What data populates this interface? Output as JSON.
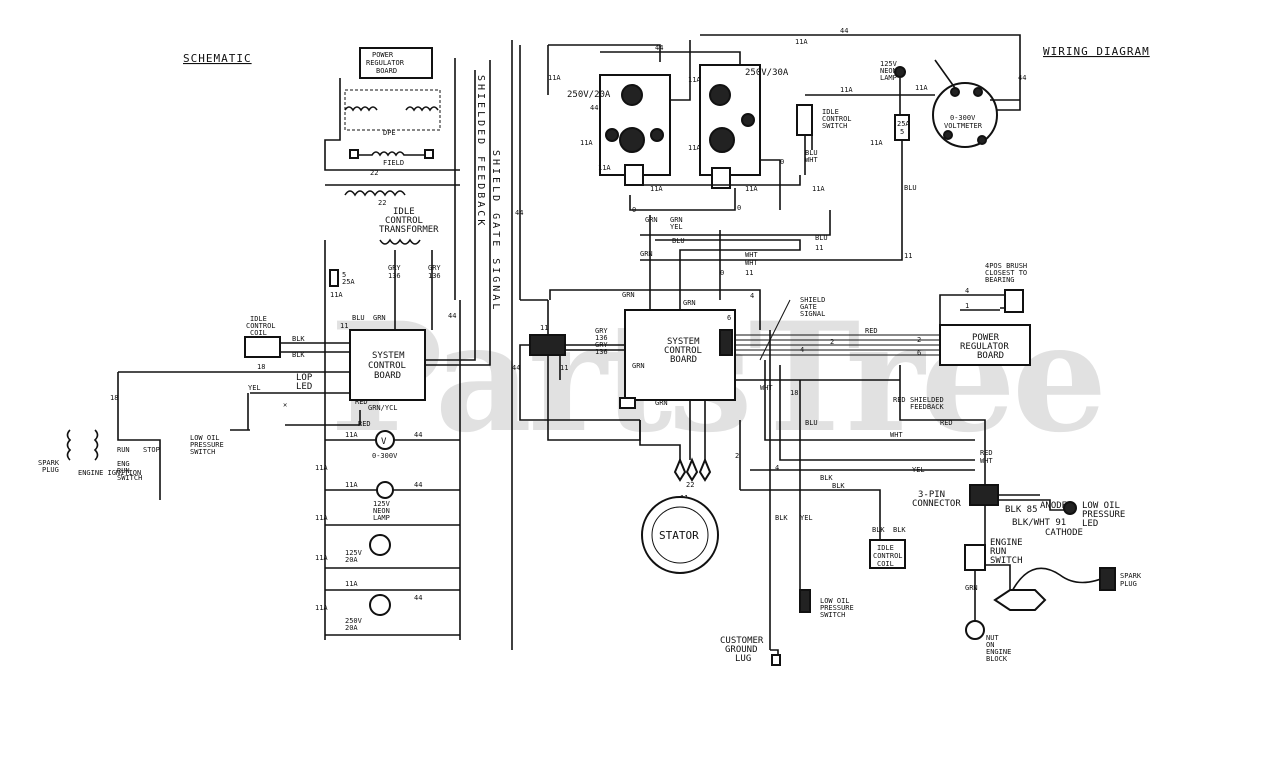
{
  "titles": {
    "schematic": "SCHEMATIC",
    "wiring_diagram": "WIRING DIAGRAM"
  },
  "watermark": "PartsTree",
  "schematic": {
    "power_regulator_board": [
      "POWER",
      "REGULATOR",
      "BOARD"
    ],
    "dpe": "DPE",
    "field": "FIELD",
    "idle_control_transformer": [
      "IDLE",
      "CONTROL",
      "TRANSFORMER"
    ],
    "idle_control_coil": [
      "IDLE",
      "CONTROL",
      "COIL"
    ],
    "system_control_board": [
      "SYSTEM",
      "CONTROL",
      "BOARD"
    ],
    "lop_led": [
      "LOP",
      "LED"
    ],
    "low_oil_pressure_switch": [
      "LOW OIL",
      "PRESSURE",
      "SWITCH"
    ],
    "spark_plug": [
      "SPARK",
      "PLUG"
    ],
    "engine_ignition": "ENGINE IGNITION",
    "run_stop": [
      "RUN",
      "STOP"
    ],
    "eng_run_switch": [
      "ENG",
      "RUN",
      "SWITCH"
    ],
    "shielded_feedback": "SHIELDED FEEDBACK",
    "shield_gate_signal": "SHIELD GATE SIGNAL",
    "volt_label": "0-300V",
    "neon_lamp": [
      "125V",
      "NEON",
      "LAMP"
    ],
    "recept_1": [
      "125V",
      "20A"
    ],
    "recept_2": [
      "250V",
      "20A"
    ],
    "fuse": [
      "5",
      "25A"
    ],
    "grn_ycl": "GRN/YCL",
    "wire_labels": [
      "22",
      "22",
      "2",
      "4",
      "11A",
      "BLU",
      "11",
      "GRN",
      "BLK",
      "BLK",
      "YEL",
      "RED",
      "11A",
      "11A",
      "11A",
      "44",
      "44",
      "44",
      "18",
      "18",
      "11A",
      "11A",
      "11A",
      "11A",
      "GRY",
      "136",
      "GRY",
      "136",
      "44",
      "RED",
      "WHT",
      "BLU",
      "GRN"
    ]
  },
  "wiring": {
    "recept_rating_left": "250V/20A",
    "recept_rating_right": "250V/30A",
    "idle_control_switch": [
      "IDLE",
      "CONTROL",
      "SWITCH"
    ],
    "neon_lamp": [
      "125V",
      "NEON",
      "LAMP"
    ],
    "voltmeter": [
      "0-300V",
      "VOLTMETER"
    ],
    "fuse": [
      "25A",
      "5"
    ],
    "system_control_board": [
      "SYSTEM",
      "CONTROL",
      "BOARD"
    ],
    "power_regulator_board": [
      "POWER",
      "REGULATOR",
      "BOARD"
    ],
    "brush_note": [
      "4POS BRUSH",
      "CLOSEST TO",
      "BEARING"
    ],
    "shield_gate_signal": [
      "SHIELD",
      "GATE",
      "SIGNAL"
    ],
    "shielded_feedback": [
      "SHIELDED",
      "FEEDBACK"
    ],
    "stator": "STATOR",
    "idle_control_coil": [
      "IDLE",
      "CONTROL",
      "COIL"
    ],
    "three_pin_connector": [
      "3-PIN",
      "CONNECTOR"
    ],
    "low_oil_pressure_led": [
      "LOW OIL",
      "PRESSURE",
      "LED"
    ],
    "anode": "ANODE",
    "cathode": "CATHODE",
    "engine_run_switch": [
      "ENGINE",
      "RUN",
      "SWITCH"
    ],
    "spark_plug": [
      "SPARK",
      "PLUG"
    ],
    "nut_on_engine_block": [
      "NUT",
      "ON",
      "ENGINE",
      "BLOCK"
    ],
    "low_oil_pressure_switch": [
      "LOW OIL",
      "PRESSURE",
      "SWITCH"
    ],
    "customer_ground_lug": [
      "CUSTOMER",
      "GROUND",
      "LUG"
    ],
    "blk_85": "BLK 85",
    "blk_wht_91": "BLK/WHT 91",
    "wire_labels": [
      "44",
      "44",
      "11A",
      "11A",
      "44",
      "11A",
      "44",
      "11A",
      "11A",
      "11A",
      "11A",
      "11A",
      "11A",
      "0",
      "0",
      "0",
      "11A",
      "11A",
      "11",
      "11",
      "BLU",
      "BLU",
      "WHT",
      "BLU",
      "WHT",
      "GRN",
      "YEL",
      "GRN",
      "GRN",
      "BLU",
      "11",
      "0",
      "4",
      "GRN",
      "GRN",
      "GRY",
      "136",
      "GRY",
      "136",
      "11",
      "44",
      "6",
      "RED",
      "RED",
      "WHT",
      "RED",
      "WHT",
      "YEL",
      "BLK",
      "BLK",
      "BLK",
      "BLK",
      "YEL",
      "4",
      "2",
      "22",
      "11",
      "44",
      "GRN",
      "GRN",
      "WHT",
      "18",
      "BLU",
      "WHT",
      "11",
      "2",
      "2",
      "6",
      "4",
      "1"
    ]
  }
}
